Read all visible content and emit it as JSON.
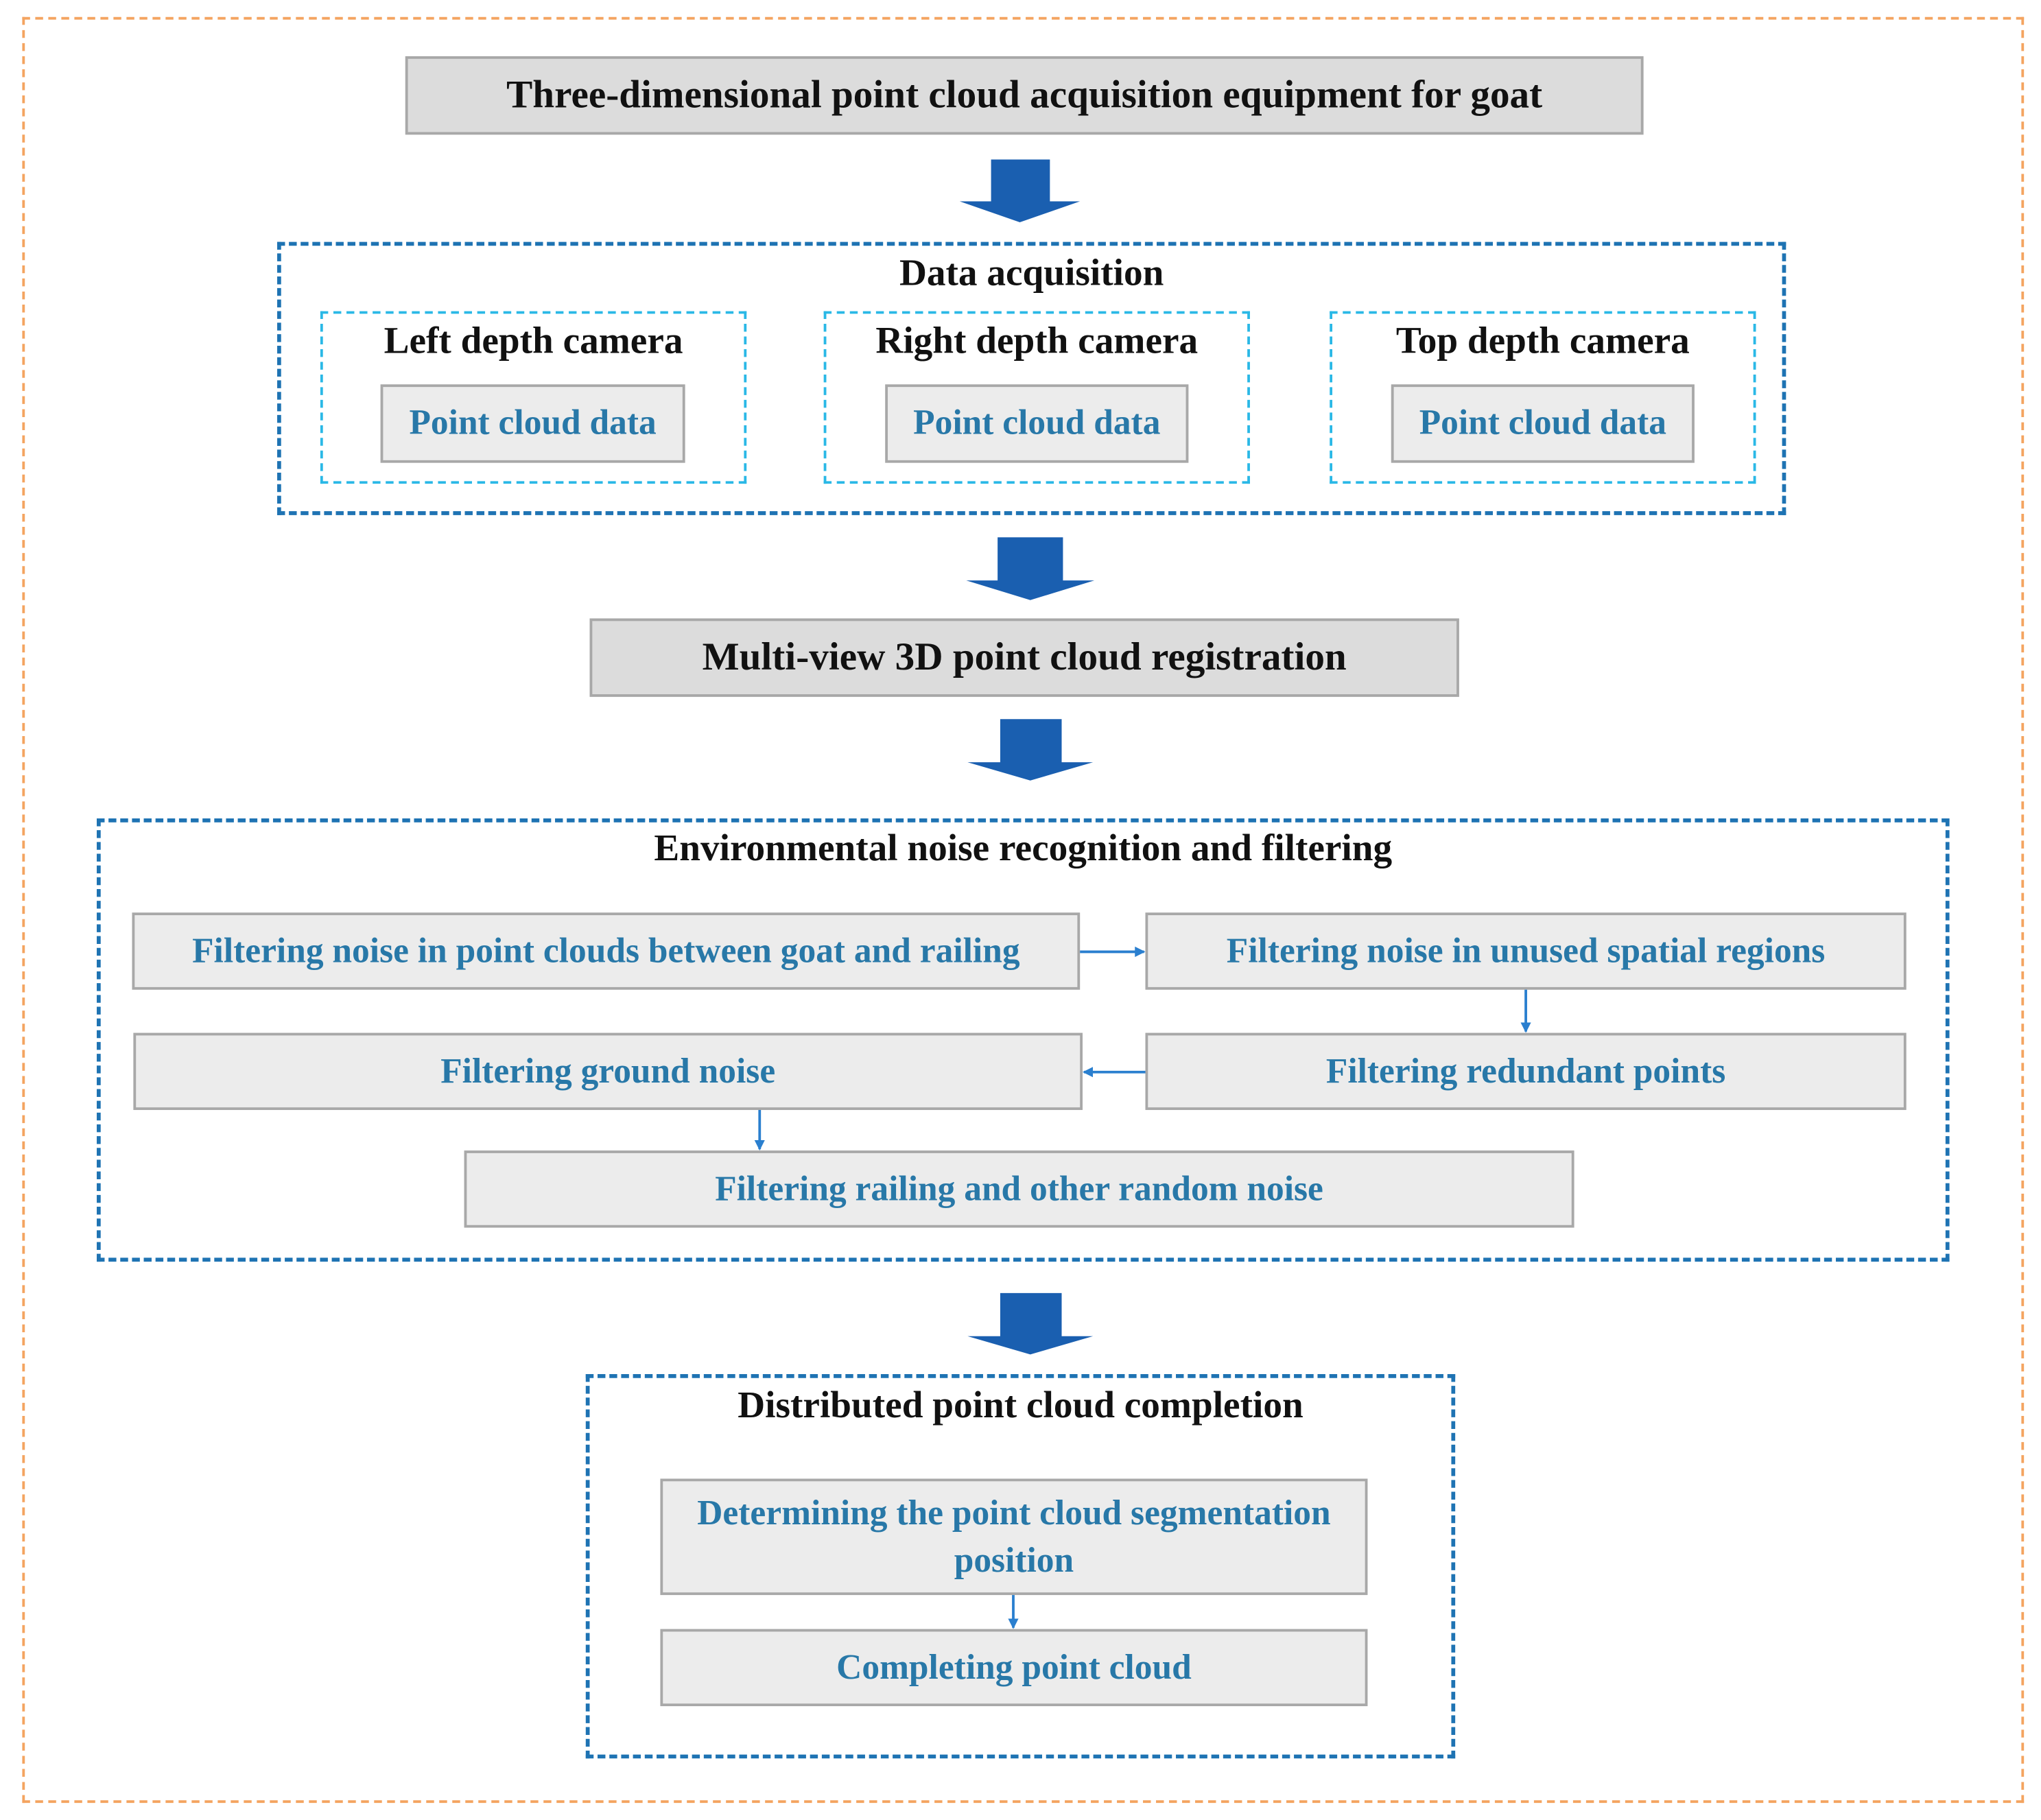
{
  "equipment": {
    "label": "Three-dimensional point cloud acquisition equipment for goat"
  },
  "acquisition": {
    "title": "Data acquisition",
    "cameras": [
      {
        "name": "Left depth camera",
        "data": "Point cloud data"
      },
      {
        "name": "Right depth camera",
        "data": "Point cloud data"
      },
      {
        "name": "Top depth camera",
        "data": "Point cloud data"
      }
    ]
  },
  "registration": {
    "label": "Multi-view 3D point cloud registration"
  },
  "noise": {
    "title": "Environmental noise recognition and filtering",
    "steps": [
      "Filtering noise in point clouds between goat and railing",
      "Filtering noise in unused spatial regions",
      "Filtering redundant points",
      "Filtering ground noise",
      "Filtering railing and other random noise"
    ]
  },
  "completion": {
    "title": "Distributed point cloud completion",
    "steps": [
      "Determining the point cloud segmentation position",
      "Completing point cloud"
    ]
  },
  "colors": {
    "outer_border": "#f4a460",
    "group_border": "#1e73b3",
    "sub_border": "#2ab8e6",
    "step_text": "#2878a8",
    "big_arrow": "#1a5fb0"
  }
}
